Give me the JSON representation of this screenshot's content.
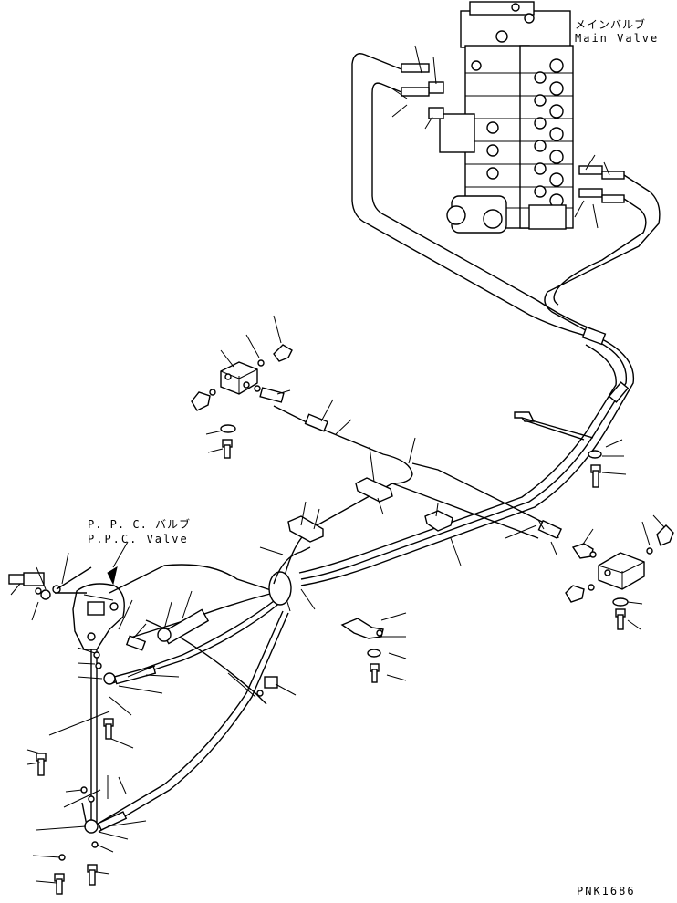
{
  "labels": {
    "main_valve_jp": "メインバルブ",
    "main_valve_en": "Main Valve",
    "ppc_valve_jp": "P. P. C. バルブ",
    "ppc_valve_en": "P.P.C. Valve",
    "drawing_code": "PNK1686"
  }
}
